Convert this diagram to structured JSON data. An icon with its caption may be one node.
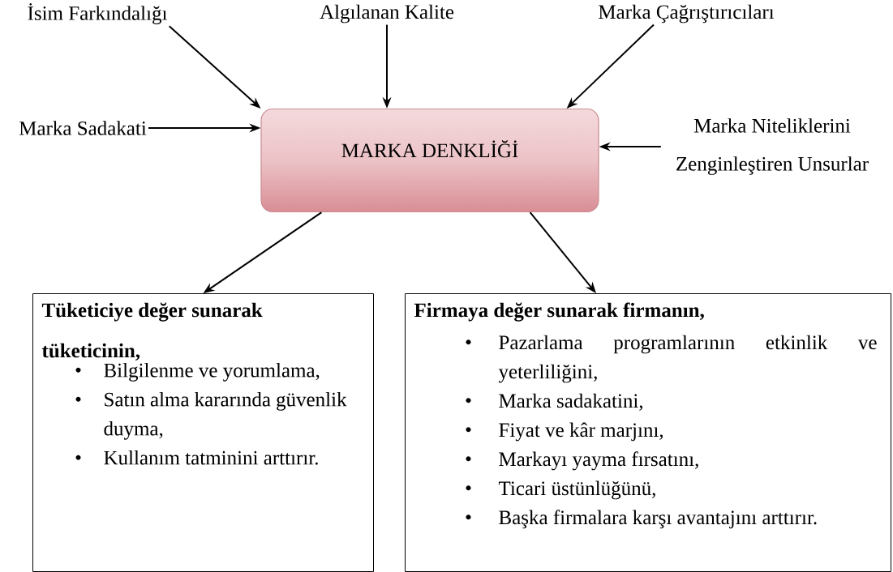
{
  "diagram": {
    "nodes": [
      {
        "text": [
          "İsim Farkındalığı"
        ]
      },
      {
        "text": [
          "Algılanan Kalite"
        ]
      },
      {
        "text": [
          "Marka Çağrıştırıcıları"
        ]
      },
      {
        "text": [
          "Marka Sadakati"
        ]
      },
      {
        "text": [
          "MARKA DENKLİĞİ"
        ]
      },
      {
        "text": [
          "Marka Niteliklerini Zenginleştiren Unsurlar"
        ]
      },
      {
        "text": [
          "Tüketiciye değer sunarak tüketicinin,",
          "Bilgilenme ve yorumlama,",
          "Satın alma kararında güvenlik duyma,",
          "Kullanım tatminini arttırır."
        ]
      },
      {
        "text": [
          "Firmaya değer sunarak firmanın,",
          "Pazarlama programlarının etkinlik ve yeterliliğini,",
          "Marka sadakatini,",
          "Fiyat ve kâr marjını,",
          "Markayı yayma fırsatını,",
          "Ticari üstünlüğünü,",
          "Başka firmalara karşı avantajını arttırır."
        ]
      }
    ],
    "edges": [
      {
        "from": 0,
        "to": 4,
        "arrow": "to"
      },
      {
        "from": 1,
        "to": 4,
        "arrow": "to"
      },
      {
        "from": 2,
        "to": 4,
        "arrow": "to"
      },
      {
        "from": 3,
        "to": 4,
        "arrow": "to"
      },
      {
        "from": 5,
        "to": 4,
        "arrow": "to"
      },
      {
        "from": 4,
        "to": 6,
        "arrow": "to"
      },
      {
        "from": 4,
        "to": 7,
        "arrow": "to"
      }
    ]
  }
}
